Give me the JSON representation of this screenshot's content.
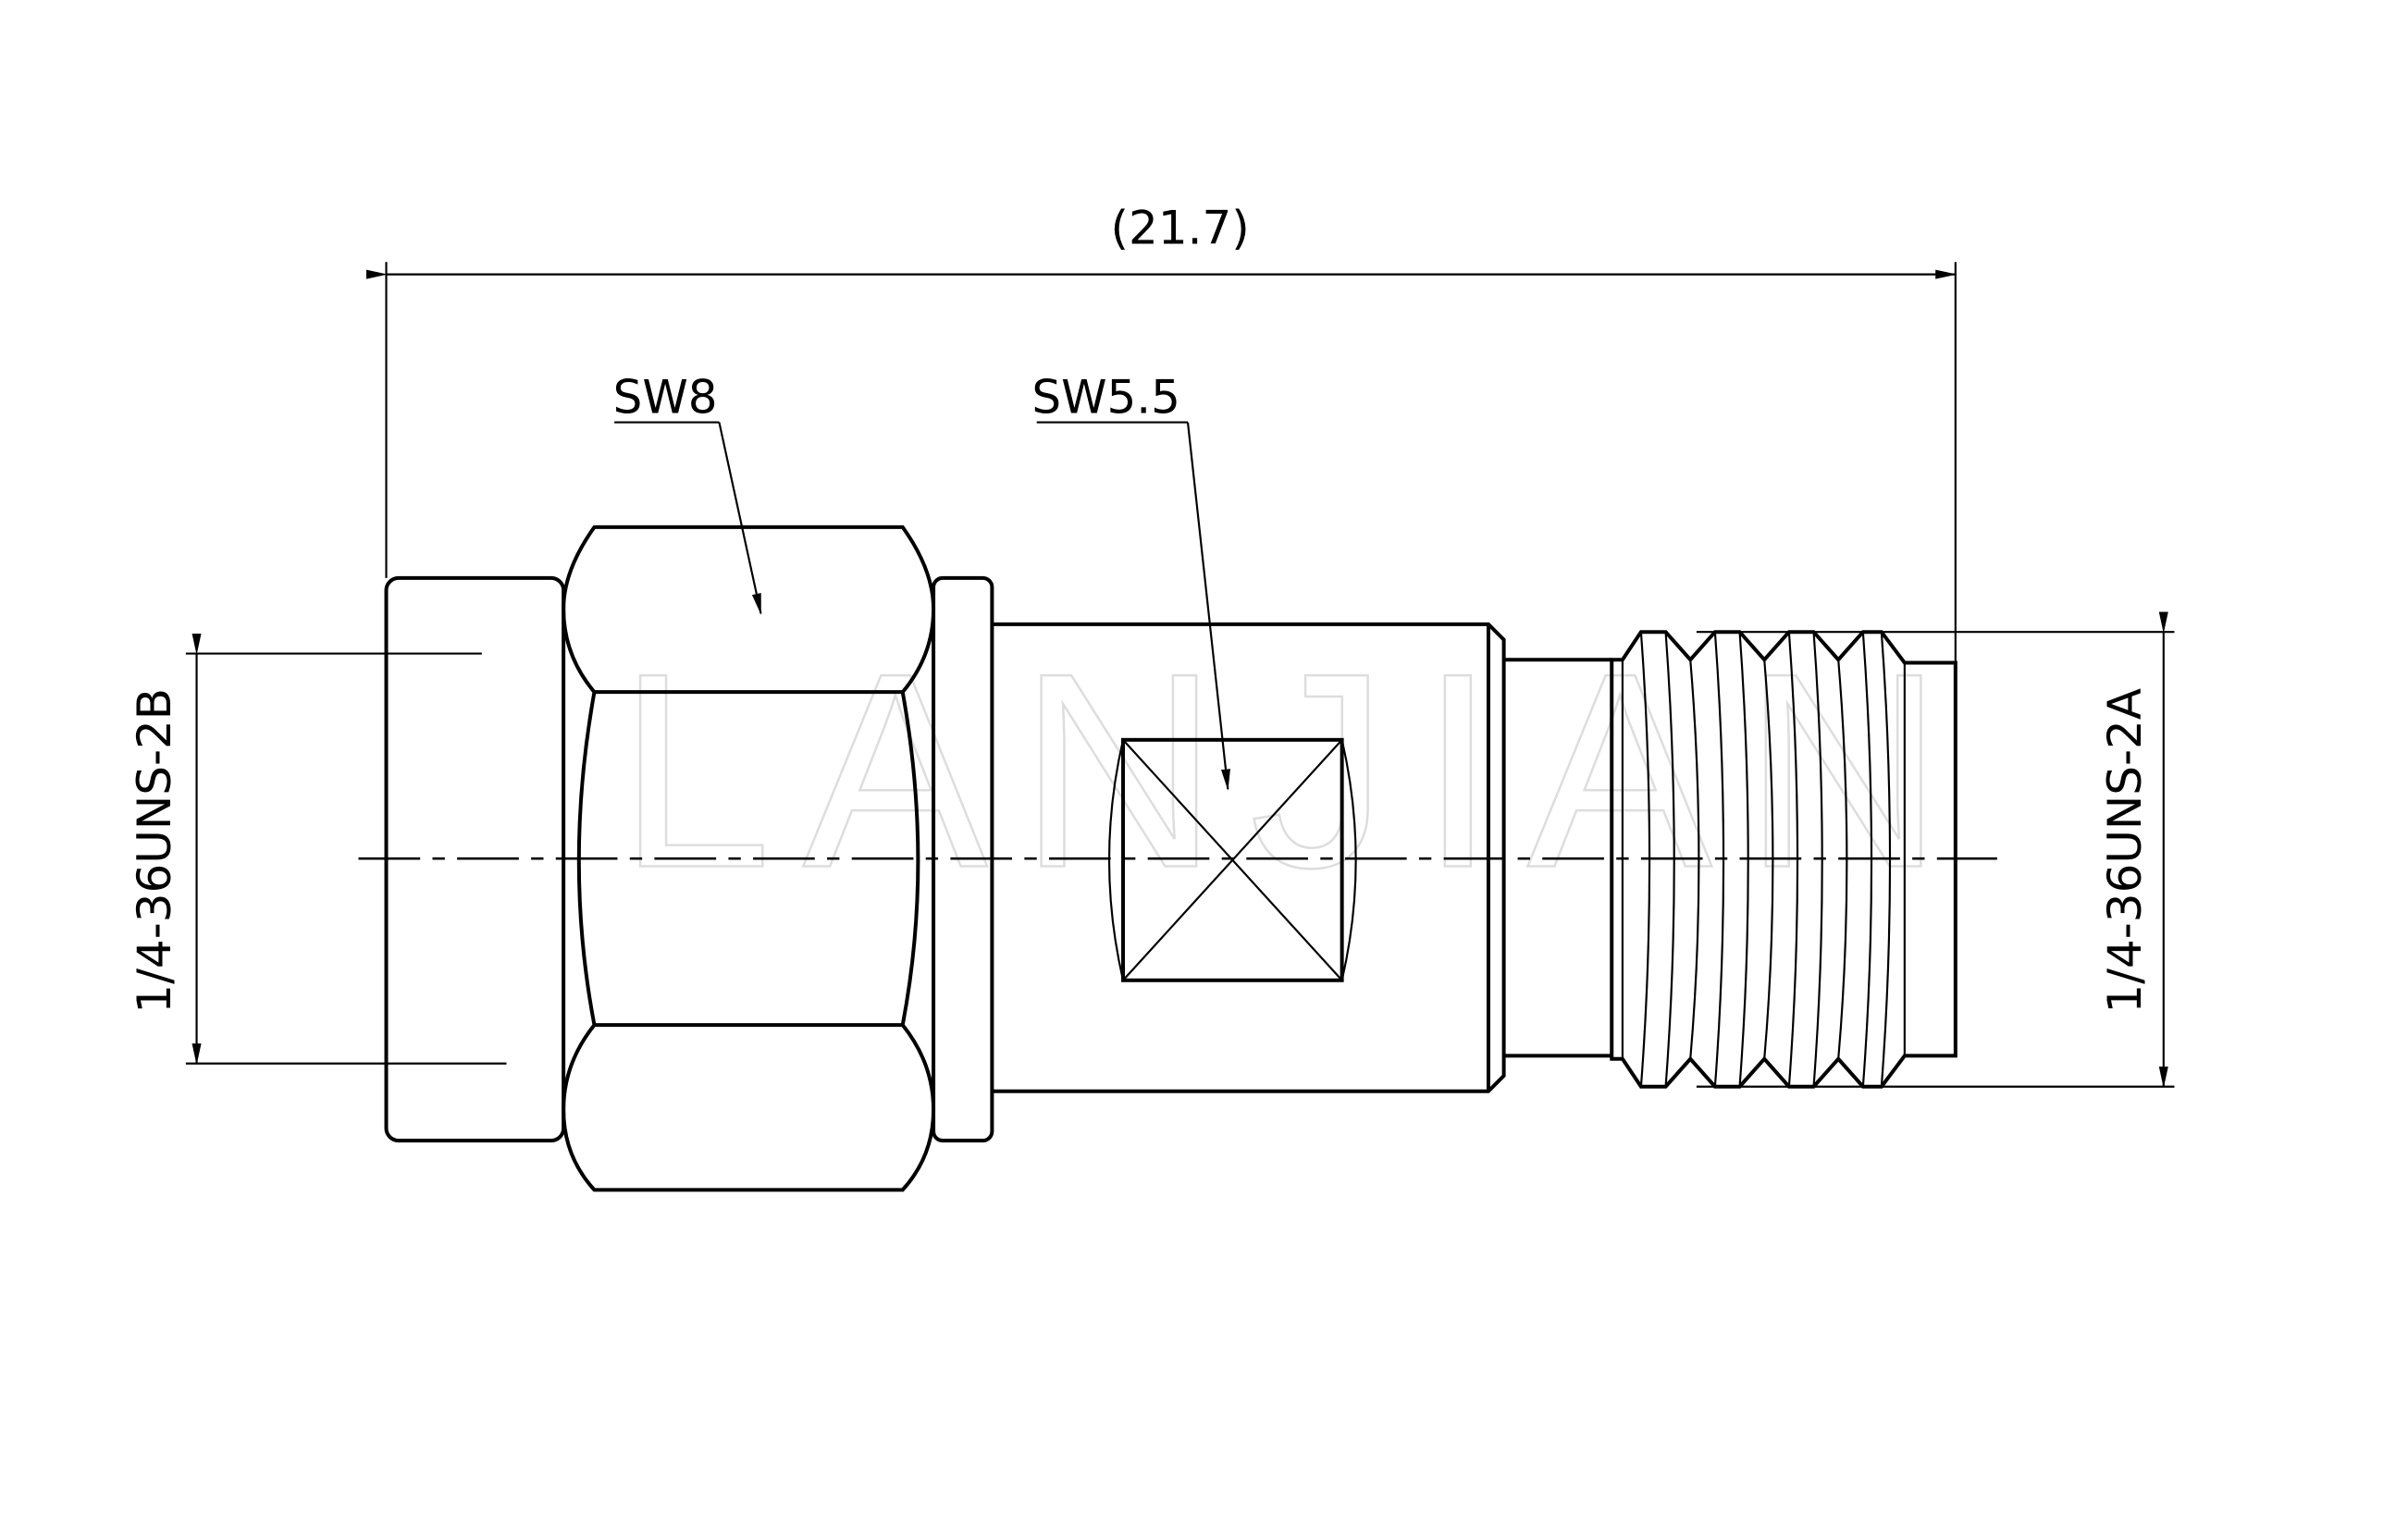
{
  "drawing": {
    "overall_length": "(21.7)",
    "hex_wrench_large": "SW8",
    "hex_wrench_small": "SW5.5",
    "left_thread": "1/4-36UNS-2B",
    "right_thread": "1/4-36UNS-2A",
    "watermark": "LANJIAN"
  }
}
